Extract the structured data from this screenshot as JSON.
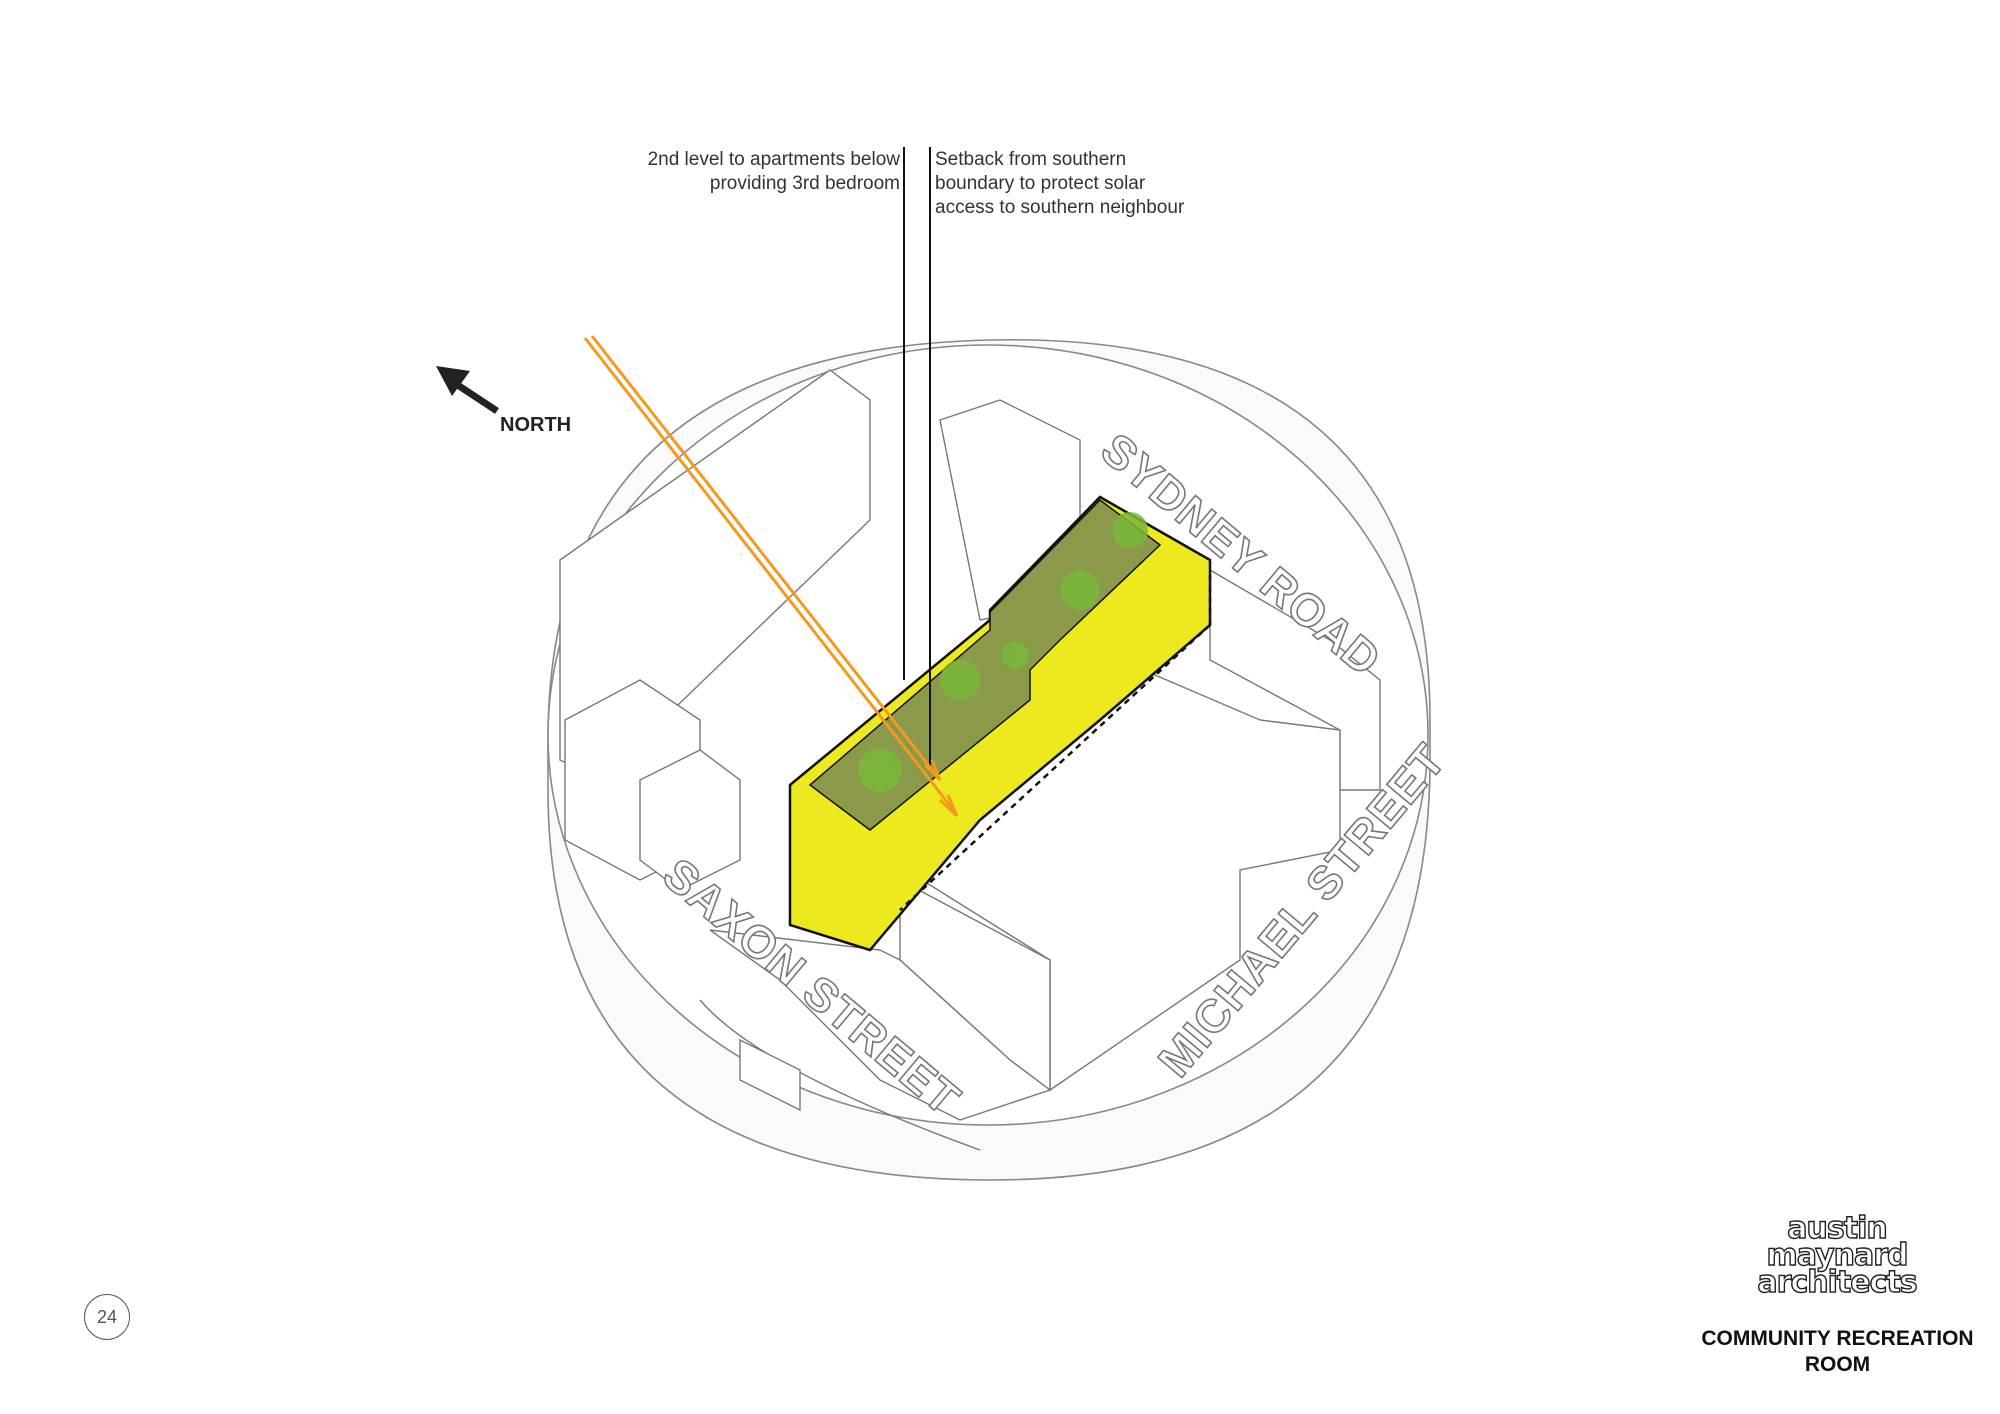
{
  "annotations": {
    "left_note": [
      "2nd level to apartments below",
      "providing 3rd bedroom"
    ],
    "right_note": [
      "Setback from southern",
      "boundary to protect solar",
      "access to southern neighbour"
    ]
  },
  "compass": {
    "label": "NORTH",
    "icon": "arrow-up-left-icon"
  },
  "streets": {
    "sydney": "SYDNEY ROAD",
    "saxon": "SAXON STREET",
    "michael": "MICHAEL STREET"
  },
  "colors": {
    "building": "#ecea1e",
    "roof_garden": "#8a9a4a",
    "sun_ray": "#f39a1e",
    "outline": "#888888"
  },
  "page_number": "24",
  "logo": {
    "lines": [
      "austin",
      "maynard",
      "architects"
    ]
  },
  "title": [
    "COMMUNITY RECREATION",
    "ROOM"
  ]
}
